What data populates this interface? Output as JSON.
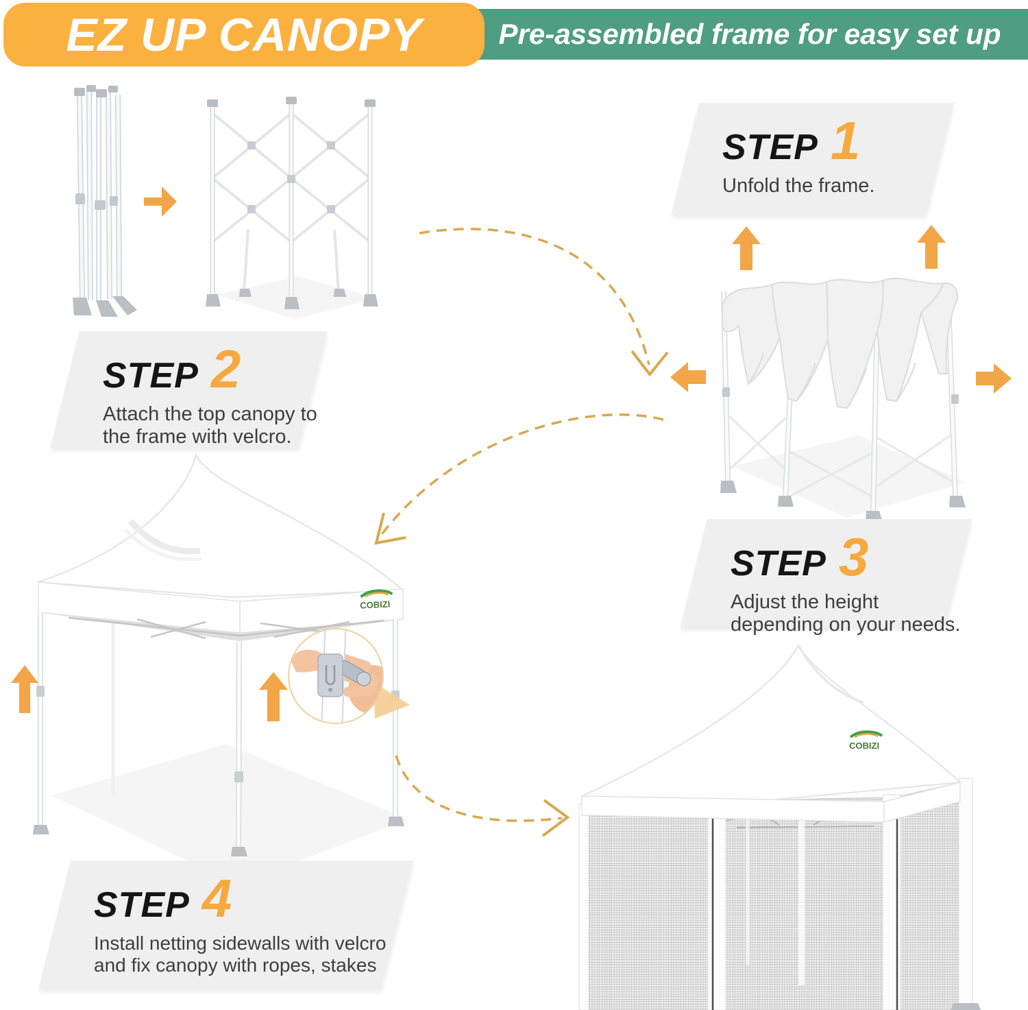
{
  "header": {
    "brand": "EZ UP CANOPY",
    "tagline": "Pre-assembled frame for easy set up"
  },
  "brand_logo": {
    "text": "COBIZI"
  },
  "steps": [
    {
      "label": "STEP",
      "number": "1",
      "description": "Unfold the frame."
    },
    {
      "label": "STEP",
      "number": "2",
      "description": "Attach the top canopy to the frame with velcro."
    },
    {
      "label": "STEP",
      "number": "3",
      "description": "Adjust the height depending on your needs."
    },
    {
      "label": "STEP",
      "number": "4",
      "description": "Install netting sidewalls with velcro and fix canopy with ropes, stakes"
    }
  ],
  "colors": {
    "header_brand_bg": "#FBB140",
    "header_tagline_bg": "#4F9D82",
    "step_number": "#F5A93F",
    "solid_arrow": "#F2A647",
    "dashed_arrow": "#D9A84E",
    "panel_bg": "#EFEFEF",
    "step_label_text": "#151515",
    "description_text": "#3E3E3E"
  }
}
